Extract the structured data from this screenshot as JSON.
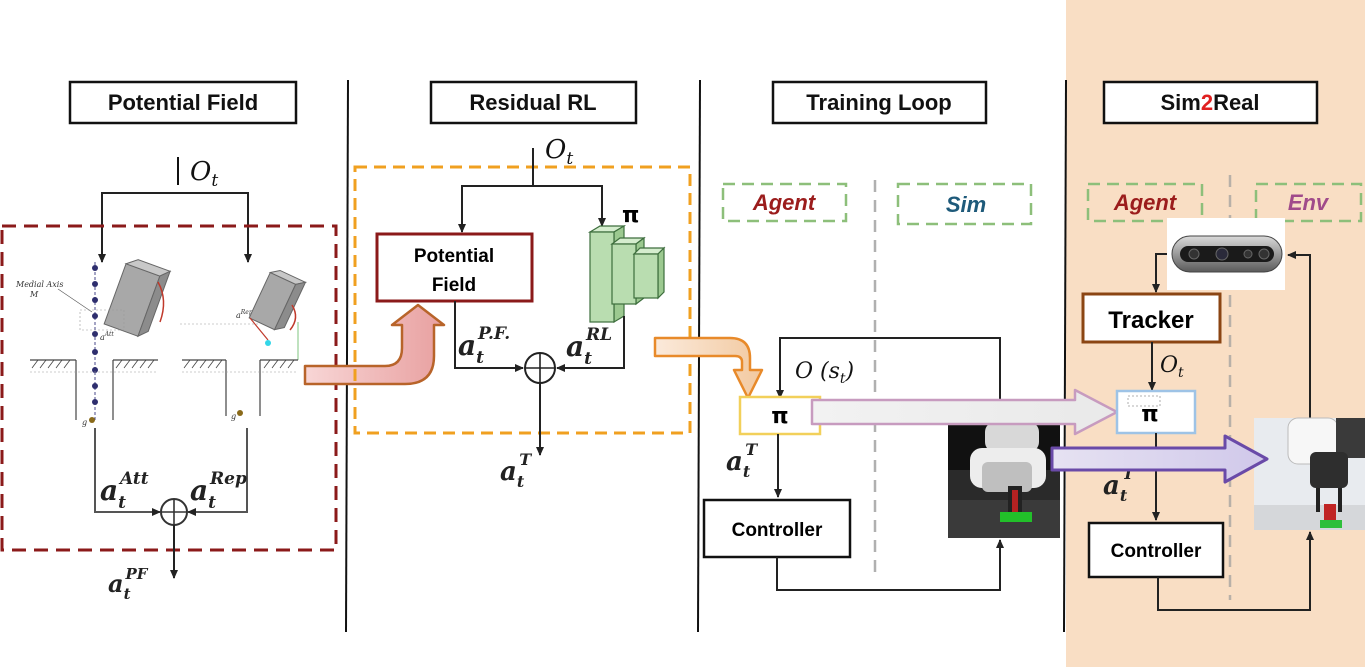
{
  "headers": {
    "potential_field": "Potential Field",
    "residual_rl": "Residual RL",
    "training_loop": "Training Loop",
    "sim2real_prefix": "Sim",
    "sim2real_digit": "2",
    "sim2real_suffix": "Real"
  },
  "panel1": {
    "obs_var": "O",
    "obs_sub": "t",
    "medial_axis_1": "Medial Axis",
    "medial_axis_2": "M",
    "action_base": "a",
    "action_sub": "t",
    "att_sup": "Att",
    "rep_sup": "Rep",
    "pf_sup": "PF",
    "goal_label": "g",
    "small_att": "Att",
    "small_rep": "Rep"
  },
  "panel2": {
    "obs_var": "O",
    "obs_sub": "t",
    "pf_box_line1": "Potential",
    "pf_box_line2": "Field",
    "pi": "π",
    "action_base": "a",
    "action_sub": "t",
    "pf_sup": "P.F.",
    "rl_sup": "RL",
    "t_sup": "T"
  },
  "panel3": {
    "agent_tag": "Agent",
    "sim_tag": "Sim",
    "obs_label": "O (s",
    "obs_sub": "t",
    "obs_close": ")",
    "pi": "π",
    "action_base": "a",
    "action_sub": "t",
    "t_sup": "T",
    "controller": "Controller"
  },
  "panel4": {
    "agent_tag": "Agent",
    "env_tag": "Env",
    "tracker": "Tracker",
    "obs_var": "O",
    "obs_sub": "t",
    "pi": "π",
    "action_base": "a",
    "action_sub": "t",
    "t_sup": "T",
    "controller": "Controller"
  },
  "colors": {
    "dark_red": "#8B1A1A",
    "orange_dashed": "#F0A020",
    "green_dashed": "#8DBF7A",
    "peach_panel": "#F9DEC4",
    "agent_text": "#9B1C1C",
    "sim_text": "#1E5A7A",
    "env_text": "#A04A8A",
    "sim2real_digit": "#E02020",
    "tracker_border": "#8B4513",
    "pi_box_yellow": "#F2D05A",
    "pi_box_blue": "#9EC3E6",
    "nn_green": "#B9DDB0"
  }
}
